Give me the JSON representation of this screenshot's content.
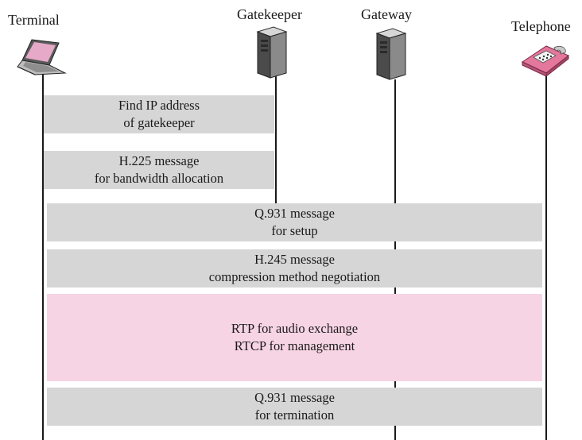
{
  "entities": [
    {
      "label": "Terminal",
      "icon": "laptop-icon"
    },
    {
      "label": "Gatekeeper",
      "icon": "server-tower-icon"
    },
    {
      "label": "Gateway",
      "icon": "server-tower-icon"
    },
    {
      "label": "Telephone",
      "icon": "telephone-icon"
    }
  ],
  "messages": [
    {
      "line1": "Find IP address",
      "line2": "of gatekeeper"
    },
    {
      "line1": "H.225 message",
      "line2": "for bandwidth allocation"
    },
    {
      "line1": "Q.931 message",
      "line2": "for setup"
    },
    {
      "line1": "H.245 message",
      "line2": "compression method negotiation"
    },
    {
      "line1": "RTP for audio exchange",
      "line2": "RTCP for management"
    },
    {
      "line1": "Q.931 message",
      "line2": "for termination"
    }
  ],
  "colors": {
    "message_box": "#d6d6d6",
    "media_box": "#f7d4e4",
    "phone_body": "#e4779c",
    "laptop_screen": "#e6a9c8"
  }
}
